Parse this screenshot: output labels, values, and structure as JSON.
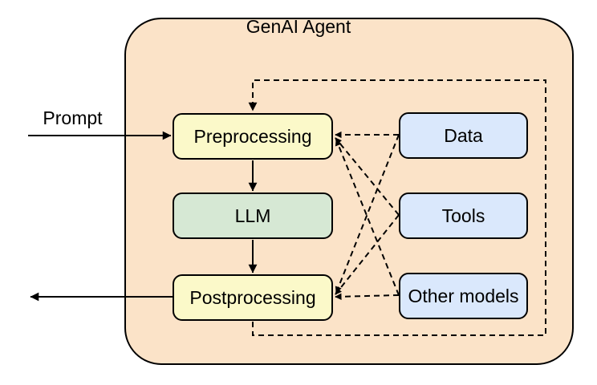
{
  "diagram": {
    "title": "GenAI Agent",
    "input_label": "Prompt",
    "nodes": {
      "preprocessing": {
        "label": "Preprocessing",
        "fill": "#FBF9C9"
      },
      "llm": {
        "label": "LLM",
        "fill": "#D6E8D4"
      },
      "postprocessing": {
        "label": "Postprocessing",
        "fill": "#FBF9C9"
      },
      "data": {
        "label": "Data",
        "fill": "#DAE8FC"
      },
      "tools": {
        "label": "Tools",
        "fill": "#DAE8FC"
      },
      "other_models": {
        "label": "Other models",
        "fill": "#DAE8FC"
      }
    },
    "edges": {
      "solid": [
        {
          "from": "Prompt (external)",
          "to": "Preprocessing"
        },
        {
          "from": "Preprocessing",
          "to": "LLM"
        },
        {
          "from": "LLM",
          "to": "Postprocessing"
        },
        {
          "from": "Postprocessing",
          "to": "Output (exits left)"
        }
      ],
      "dashed": [
        {
          "from": "Data",
          "to": "Preprocessing"
        },
        {
          "from": "Tools",
          "to": "Preprocessing"
        },
        {
          "from": "Other models",
          "to": "Preprocessing"
        },
        {
          "from": "Data",
          "to": "Postprocessing"
        },
        {
          "from": "Tools",
          "to": "Postprocessing"
        },
        {
          "from": "Other models",
          "to": "Postprocessing"
        },
        {
          "from": "Postprocessing",
          "to": "Preprocessing",
          "note": "feedback loop routed around the right side"
        }
      ]
    },
    "colors": {
      "background": "#FFFFFF",
      "container_fill": "#FBE3C8",
      "process_fill": "#FBF9C9",
      "llm_fill": "#D6E8D4",
      "resource_fill": "#DAE8FC",
      "stroke": "#000000"
    }
  }
}
